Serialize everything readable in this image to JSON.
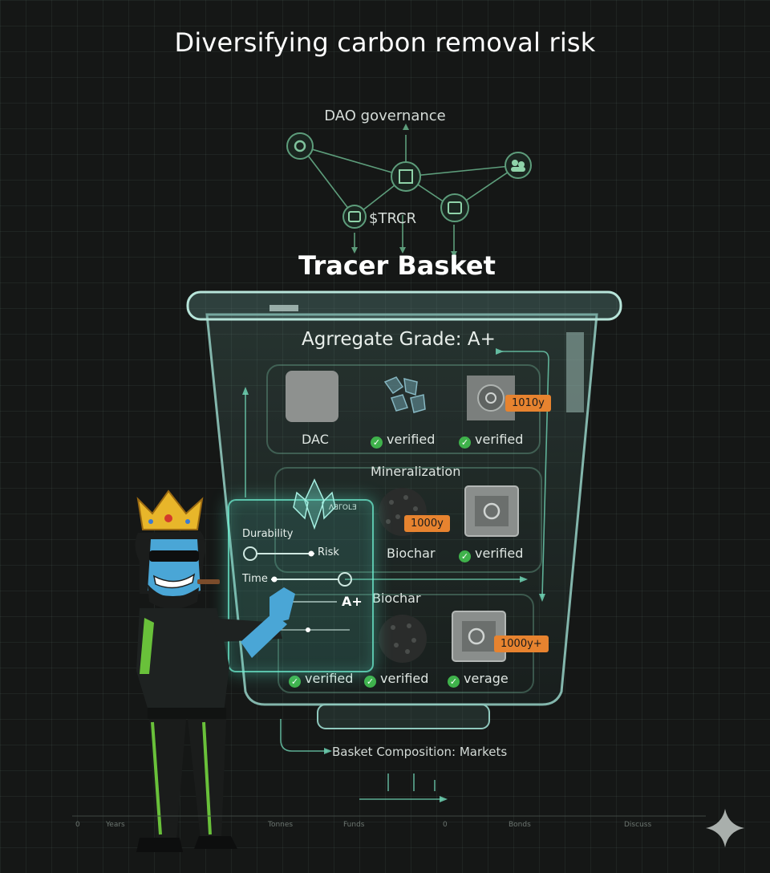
{
  "header": {
    "title": "Diversifying carbon removal risk"
  },
  "governance": {
    "label": "DAO governance",
    "token": "$TRCR"
  },
  "basket": {
    "title": "Tracer Basket",
    "grade_label": "Agrregate Grade: A+",
    "row1": {
      "dac": "DAC",
      "verified_a": "verified",
      "verified_b": "verified",
      "duration_tag": "1010y"
    },
    "row2": {
      "label": "Mineralization",
      "duration_tag": "1000y",
      "biochar": "Biochar",
      "verified": "verified"
    },
    "row3": {
      "label": "Biochar",
      "verified_a": "verified",
      "verified_b": "verified",
      "verified_c": "verage",
      "duration_tag": "1000y+"
    }
  },
  "slider_panel": {
    "durability": "Durability",
    "risk": "Risk",
    "time": "Time",
    "grade": "A+",
    "mirrored_text": "ΛƎΓOLƎ"
  },
  "composition": {
    "label": "Basket Composition: Markets"
  },
  "axis": {
    "labels": [
      "0",
      "Years",
      "Tonnes",
      "Funds",
      "0",
      "Bonds",
      "Discuss"
    ]
  },
  "colors": {
    "accent": "#6fd3b4",
    "orange": "#e7832f",
    "green": "#3fb24b",
    "background": "#151716"
  },
  "icons": [
    "gear-icon",
    "shield-icon",
    "user-group-icon",
    "document-icon",
    "vault-icon",
    "crown-icon",
    "sparkle-icon"
  ]
}
